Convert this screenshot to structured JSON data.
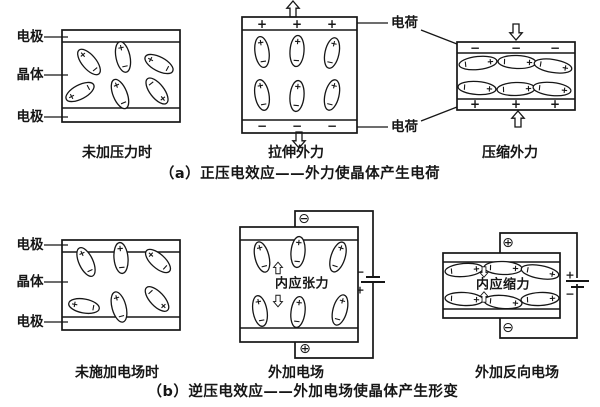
{
  "symbols": {
    "plus": "+",
    "minus": "−",
    "circled_plus": "⊕",
    "circled_minus": "⊖"
  },
  "section_a": {
    "title": "（a）正压电效应——外力使晶体产生电荷",
    "left": {
      "electrode_top": "电极",
      "crystal": "晶体",
      "electrode_bottom": "电极",
      "caption": "未加压力时"
    },
    "middle": {
      "caption": "拉伸外力",
      "charge_top": "电荷",
      "charge_bottom": "电荷"
    },
    "right": {
      "caption": "压缩外力"
    }
  },
  "section_b": {
    "title": "（b）逆压电效应——外加电场使晶体产生形变",
    "left": {
      "electrode_top": "电极",
      "crystal": "晶体",
      "electrode_bottom": "电极",
      "caption": "未施加电场时"
    },
    "middle": {
      "caption": "外加电场",
      "stress": "内应张力"
    },
    "right": {
      "caption": "外加反向电场",
      "stress": "内应缩力"
    }
  }
}
